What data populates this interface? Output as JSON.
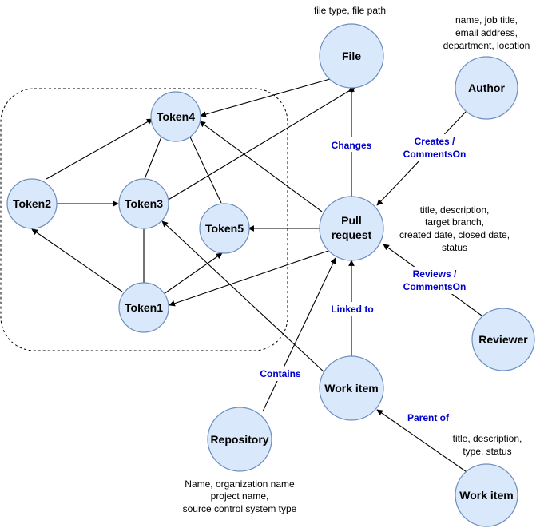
{
  "nodes": {
    "token4": "Token4",
    "token2": "Token2",
    "token3": "Token3",
    "token5": "Token5",
    "token1": "Token1",
    "file": "File",
    "author": "Author",
    "pull_request_line1": "Pull",
    "pull_request_line2": "request",
    "reviewer": "Reviewer",
    "work_item": "Work item",
    "repository": "Repository",
    "work_item_parent": "Work item"
  },
  "attributes": {
    "file": [
      "file type, file path"
    ],
    "author": [
      "name, job title,",
      "email address,",
      "department, location"
    ],
    "pull_request": [
      "title, description,",
      "target branch,",
      "created date, closed date,",
      "status"
    ],
    "work_item_parent": [
      "title, description,",
      "type, status"
    ],
    "repository": [
      "Name, organization name",
      "project name,",
      "source control system type"
    ]
  },
  "edge_labels": {
    "changes": "Changes",
    "creates_line1": "Creates /",
    "creates_line2": "CommentsOn",
    "reviews_line1": "Reviews /",
    "reviews_line2": "CommentsOn",
    "linked_to": "Linked to",
    "contains": "Contains",
    "parent_of": "Parent of"
  },
  "colors": {
    "node_fill": "#dae8fc",
    "node_stroke": "#6c8ebf",
    "edge_label": "#0000cc"
  }
}
